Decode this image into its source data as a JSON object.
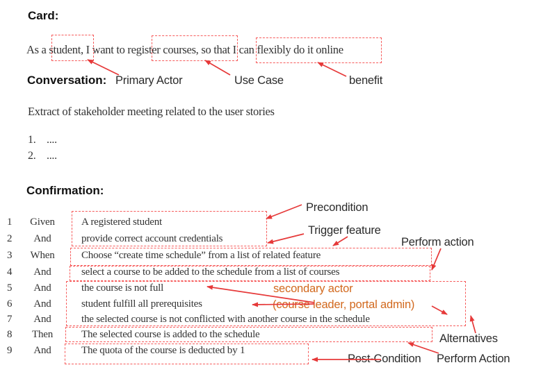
{
  "colors": {
    "dashed_box": "#f65b5b",
    "arrow": "#e63939",
    "orange_label": "#d2691e",
    "text": "#2b2b2b"
  },
  "card": {
    "heading": "Card:",
    "story": "As a student, I want to register courses, so that I can flexibly do it online",
    "annotations": [
      {
        "label": "Primary Actor"
      },
      {
        "label": "Use Case"
      },
      {
        "label": "benefit"
      }
    ]
  },
  "conversation": {
    "heading": "Conversation:",
    "description": "Extract of stakeholder meeting related to the user stories",
    "items": [
      {
        "number": "1.",
        "text": "...."
      },
      {
        "number": "2.",
        "text": "...."
      }
    ]
  },
  "confirmation": {
    "heading": "Confirmation:",
    "rows": [
      {
        "num": "1",
        "keyword": "Given",
        "text": "A registered student"
      },
      {
        "num": "2",
        "keyword": "And",
        "text": "provide correct account credentials"
      },
      {
        "num": "3",
        "keyword": "When",
        "text": "Choose “create time schedule” from a list of related feature"
      },
      {
        "num": "4",
        "keyword": "And",
        "text": "select a course to be added to the schedule from a list of courses"
      },
      {
        "num": "5",
        "keyword": "And",
        "text": "the course is not full"
      },
      {
        "num": "6",
        "keyword": "And",
        "text": "student fulfill all prerequisites"
      },
      {
        "num": "7",
        "keyword": "And",
        "text": "the selected course is not conflicted with another course in the schedule"
      },
      {
        "num": "8",
        "keyword": "Then",
        "text": "The selected course is added to the schedule"
      },
      {
        "num": "9",
        "keyword": "And",
        "text": "The quota of the course is deducted by 1"
      }
    ],
    "annotations": {
      "precondition": "Precondition",
      "trigger_feature": "Trigger feature",
      "perform_action_top": "Perform action",
      "secondary_actor": "secondary actor",
      "secondary_actor_detail": "(course leader, portal admin)",
      "alternatives": "Alternatives",
      "post_condition": "Post-Condition",
      "perform_action_bottom": "Perform Action"
    }
  }
}
